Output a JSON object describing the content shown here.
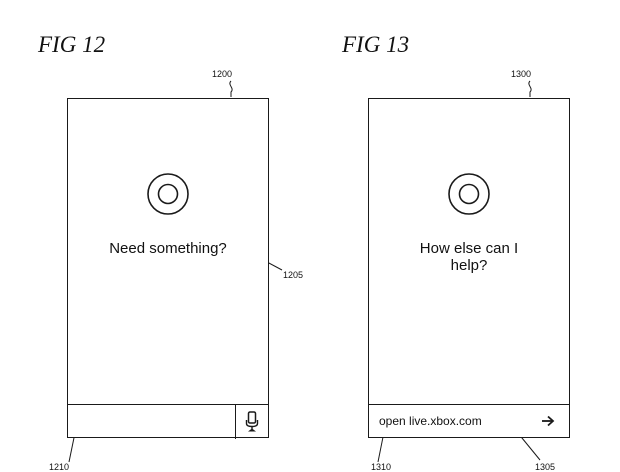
{
  "figures": [
    {
      "title": "FIG 12",
      "device_ref": "1200",
      "prompt_lines": [
        "Need something?"
      ],
      "prompt_ref": "1205",
      "input_value": "",
      "input_ref": "1210",
      "action_icon": "microphone-icon"
    },
    {
      "title": "FIG 13",
      "device_ref": "1300",
      "prompt_lines": [
        "How else can I",
        "help?"
      ],
      "input_value": "open live.xbox.com",
      "input_ref": "1310",
      "input_text_ref": "1305",
      "action_icon": "arrow-right-icon"
    }
  ]
}
